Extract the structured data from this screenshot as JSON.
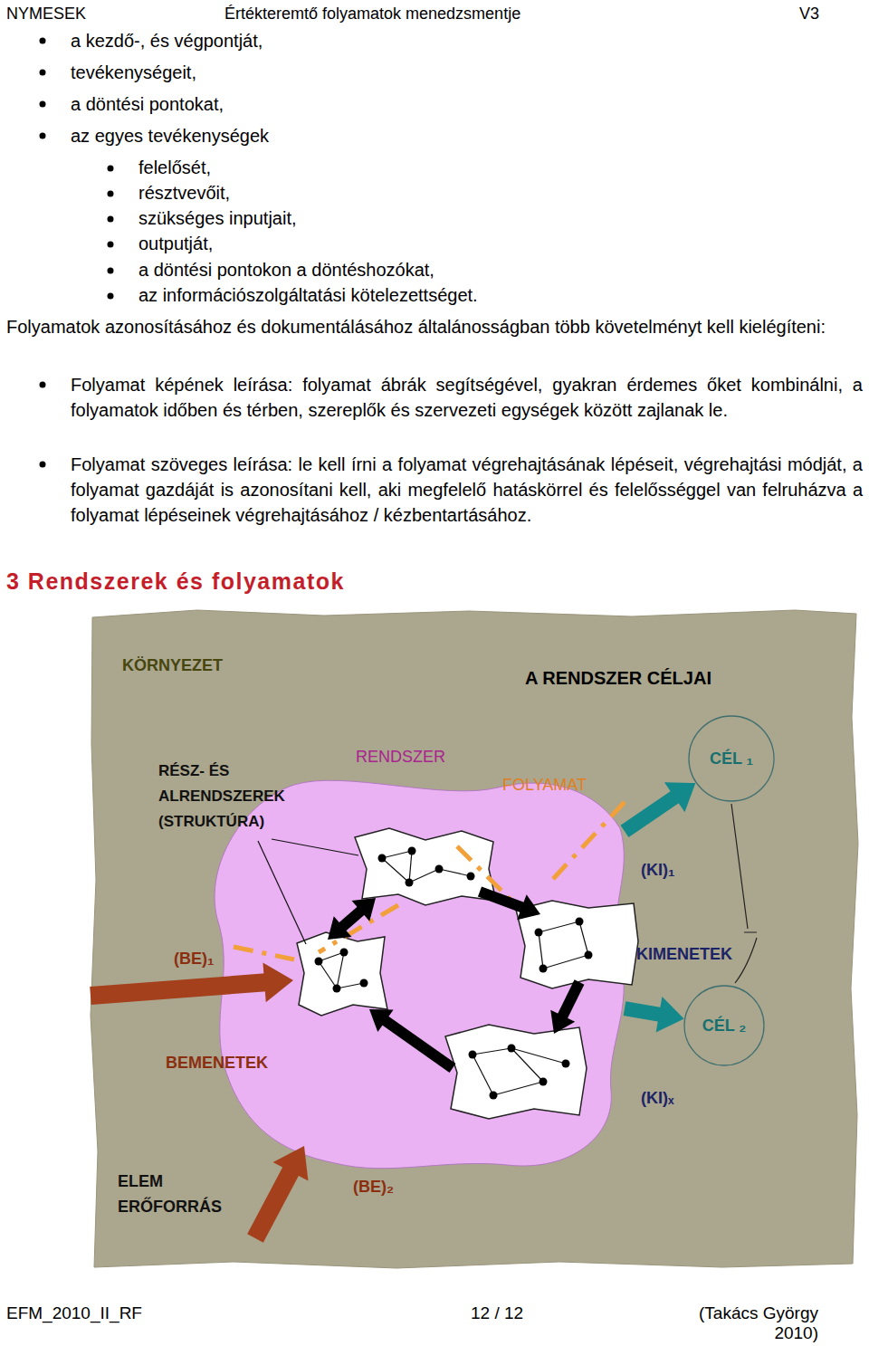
{
  "diagram": {
    "title": "3 Rendszerek és folyamatok",
    "nodes": [
      {
        "text": [
          "KÖRNYEZET"
        ]
      },
      {
        "text": [
          "RENDSZER"
        ],
        "in": 0
      },
      {
        "text": [
          "CÉL ₁"
        ],
        "in": 0
      },
      {
        "text": [
          "CÉL ₂"
        ],
        "in": 0
      }
    ],
    "edges": [
      {
        "from": 1,
        "to": 2,
        "arrow": "to"
      },
      {
        "from": 1,
        "to": 3,
        "arrow": "to"
      }
    ],
    "labels": [
      "NYMESEK",
      "Értékteremtő folyamatok menedzsmentje",
      "V3",
      "a kezdő-, és végpontját,",
      "tevékenységeit,",
      "a döntési pontokat,",
      "az egyes tevékenységek",
      "felelősét,",
      "résztvevőit,",
      "szükséges inputjait,",
      "outputját,",
      "a döntési pontokon a döntéshozókat,",
      "az információszolgáltatási kötelezettséget.",
      "Folyamatok azonosításához és dokumentálásához általánosságban több követelményt kell kielégíteni:",
      "Folyamat képének leírása: folyamat ábrák segítségével, gyakran érdemes őket kombinálni, a folyamatok időben és térben, szereplők és szervezeti egységek között zajlanak le.",
      "Folyamat szöveges leírása: le kell írni a folyamat végrehajtásának lépéseit, végrehajtási módját, a folyamat gazdáját is azonosítani kell, aki megfelelő hatáskörrel és felelősséggel van felruházva a folyamat lépéseinek végrehajtásához / kézbentartásához.",
      "A RENDSZER CÉLJAI",
      "RÉSZ- ÉS ALRENDSZEREK (STRUKTÚRA)",
      "FOLYAMAT",
      "(KI)₁",
      "KIMENETEK",
      "(BE)₁",
      "BEMENETEK",
      "(KI)ₓ",
      "ELEM",
      "ERŐFORRÁS",
      "(BE)₂",
      "EFM_2010_II_RF",
      "12 / 12",
      "(Takács György 2010)"
    ]
  }
}
